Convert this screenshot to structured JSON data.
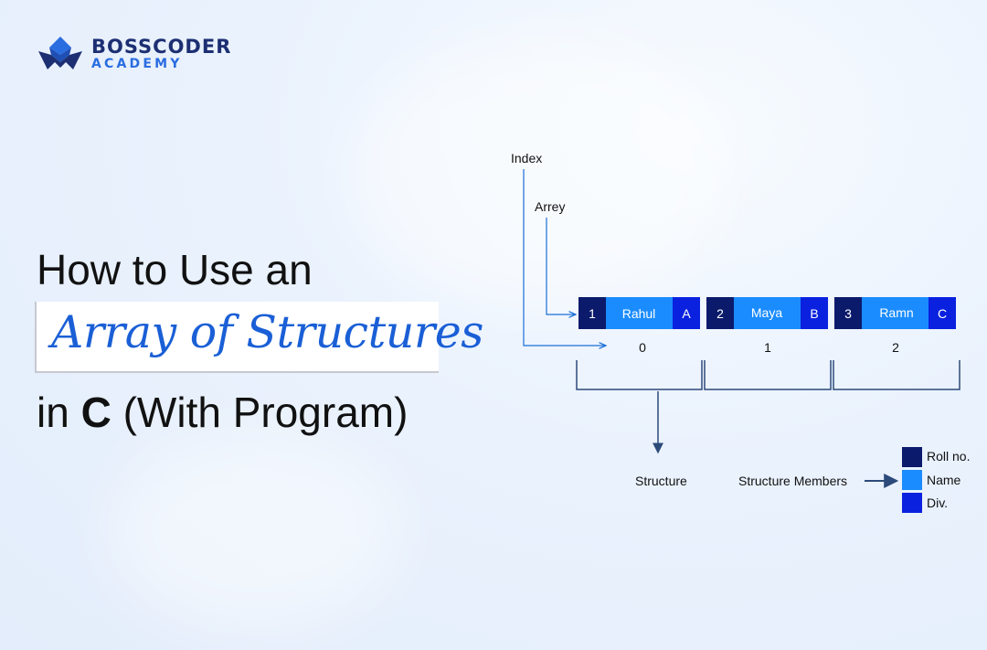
{
  "logo": {
    "name_line1": "BOSSCODER",
    "name_line2": "ACADEMY",
    "icon": "crown-wave-logo-icon"
  },
  "title": {
    "line1": "How to Use an",
    "highlight": "Array of Structures",
    "line3_prefix": "in ",
    "line3_bold": "C",
    "line3_suffix": " (With Program)"
  },
  "diagram": {
    "index_label": "Index",
    "array_label": "Arrey",
    "elements": [
      {
        "roll": "1",
        "name": "Rahul",
        "div": "A",
        "index": "0"
      },
      {
        "roll": "2",
        "name": "Maya",
        "div": "B",
        "index": "1"
      },
      {
        "roll": "3",
        "name": "Ramn",
        "div": "C",
        "index": "2"
      }
    ],
    "structure_label": "Structure",
    "members_label": "Structure Members",
    "legend": [
      {
        "label": "Roll no.",
        "color": "#0b1a6b"
      },
      {
        "label": "Name",
        "color": "#1a8cff"
      },
      {
        "label": "Div.",
        "color": "#0a21e0"
      }
    ]
  },
  "colors": {
    "roll": "#0b1a6b",
    "name": "#1a8cff",
    "div": "#0a21e0",
    "line": "#1a6fd6",
    "bracket": "#2c4a7a",
    "brand_dark": "#1d2f73",
    "brand_accent": "#2a6de0",
    "title_accent": "#1a5fd6"
  }
}
